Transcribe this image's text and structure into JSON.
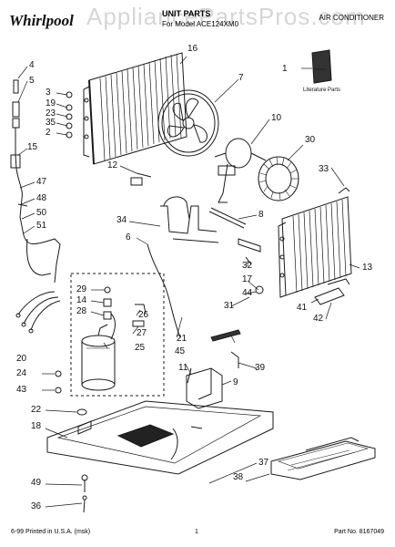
{
  "watermark": "AppliancePartsPros.com",
  "header": {
    "brand": "Whirlpool",
    "section": "UNIT PARTS",
    "model_line": "For Model ACE124XM0",
    "product": "AIR CONDITIONER"
  },
  "literature_label": "Literature Parts",
  "callouts": [
    "1",
    "2",
    "3",
    "4",
    "5",
    "6",
    "7",
    "8",
    "9",
    "10",
    "11",
    "12",
    "13",
    "14",
    "15",
    "16",
    "17",
    "18",
    "19",
    "20",
    "21",
    "22",
    "23",
    "24",
    "25",
    "26",
    "27",
    "28",
    "29",
    "30",
    "31",
    "32",
    "33",
    "34",
    "35",
    "36",
    "37",
    "38",
    "39",
    "41",
    "42",
    "43",
    "44",
    "45",
    "47",
    "48",
    "49",
    "50",
    "51"
  ],
  "footer": {
    "left": "6-99 Printed in U.S.A. (msk)",
    "page": "1",
    "part_no": "Part No. 8167049"
  },
  "colors": {
    "line": "#1a1a1a",
    "watermark": "#c9c9c9"
  }
}
